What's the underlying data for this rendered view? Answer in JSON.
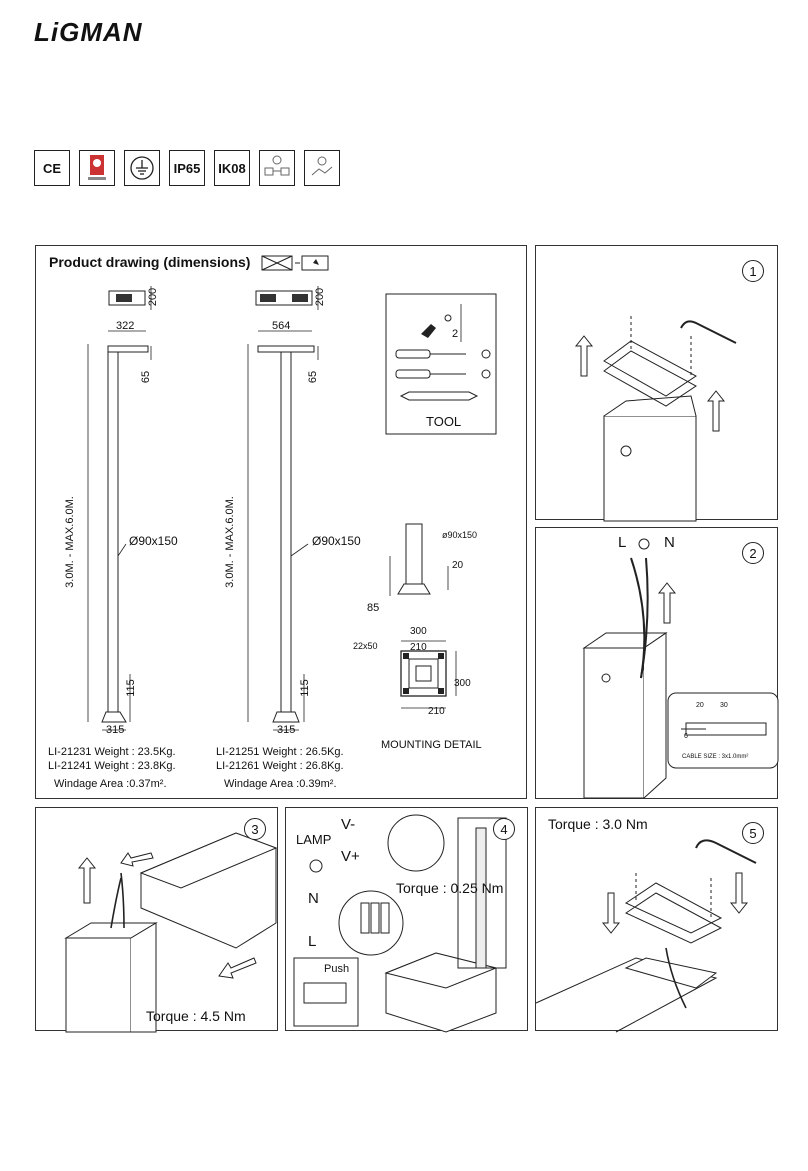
{
  "brand": "LiGMAN",
  "certifications": [
    "CE",
    "",
    "",
    "IP65",
    "IK08",
    "",
    ""
  ],
  "drawing": {
    "title": "Product drawing (dimensions)",
    "model_a": {
      "head_height": "200",
      "arm_width": "322",
      "head_drop": "65",
      "height_range": "3.0M. - MAX.6.0M.",
      "post_section": "Ø90x150",
      "base_height": "115",
      "base_width": "315",
      "weight_1": "LI-21231 Weight : 23.5Kg.",
      "weight_2": "LI-21241 Weight : 23.8Kg.",
      "windage": "Windage Area :0.37m²."
    },
    "model_b": {
      "head_height": "200",
      "arm_width": "564",
      "head_drop": "65",
      "height_range": "3.0M. - MAX.6.0M.",
      "post_section": "Ø90x150",
      "base_height": "115",
      "base_width": "315",
      "weight_1": "LI-21251 Weight : 26.5Kg.",
      "weight_2": "LI-21261 Weight : 26.8Kg.",
      "windage": "Windage Area :0.39m²."
    },
    "tool": {
      "label": "TOOL",
      "allen_size": "2"
    },
    "mounting": {
      "post_section": "ø90x150",
      "plate_thickness": "20",
      "base_height": "85",
      "slot": "22x50",
      "outer_width": "300",
      "inner_width": "210",
      "outer_depth": "300",
      "inner_depth": "210",
      "label": "MOUNTING DETAIL"
    }
  },
  "steps": [
    {
      "number": "1"
    },
    {
      "number": "2",
      "l": "L",
      "n": "N",
      "strip_a": "20",
      "strip_b": "30",
      "strip_c": "6",
      "cable_size": "CABLE SIZE : 3x1.0mm²"
    },
    {
      "number": "3",
      "torque": "Torque : 4.5 Nm"
    },
    {
      "number": "4",
      "lamp": "LAMP",
      "v_minus": "V-",
      "v_plus": "V+",
      "torque": "Torque : 0.25 Nm",
      "n": "N",
      "l": "L",
      "push": "Push"
    },
    {
      "number": "5",
      "torque": "Torque : 3.0 Nm"
    }
  ]
}
